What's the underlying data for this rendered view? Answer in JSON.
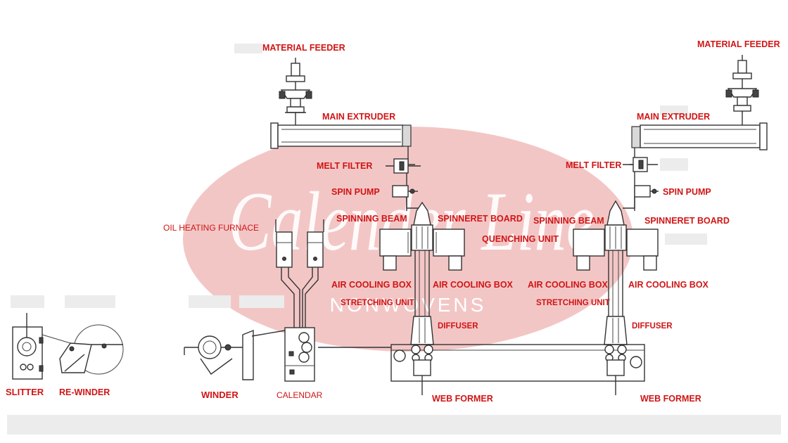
{
  "watermark": {
    "brand": "Calender Line",
    "sub": "NONWOVENS",
    "registered": "®",
    "colors": {
      "ellipse": "#f3c6c6",
      "text": "#ffffff"
    }
  },
  "labels": {
    "material_feeder_left": "MATERIAL FEEDER",
    "material_feeder_right": "MATERIAL FEEDER",
    "main_extruder_left": "MAIN EXTRUDER",
    "main_extruder_right": "MAIN EXTRUDER",
    "melt_filter_left": "MELT FILTER",
    "melt_filter_right": "MELT FILTER",
    "spin_pump_left": "SPIN PUMP",
    "spin_pump_right": "SPIN PUMP",
    "spinning_beam_left": "SPINNING BEAM",
    "spinning_beam_right": "SPINNING BEAM",
    "spinneret_board_left": "SPINNERET BOARD",
    "spinneret_board_right": "SPINNERET BOARD",
    "quenching_unit": "QUENCHING UNIT",
    "oil_heating_furnace": "OIL HEATING FURNACE",
    "air_cooling_box_1": "AIR COOLING BOX",
    "air_cooling_box_2": "AIR COOLING BOX",
    "air_cooling_box_3": "AIR COOLING BOX",
    "air_cooling_box_4": "AIR COOLING BOX",
    "stretching_unit_left": "STRETCHING UNIT",
    "stretching_unit_right": "STRETCHING UNIT",
    "diffuser_left": "DIFFUSER",
    "diffuser_right": "DIFFUSER",
    "web_former_left": "WEB FORMER",
    "web_former_right": "WEB FORMER",
    "slitter": "SLITTER",
    "re_winder": "RE-WINDER",
    "winder": "WINDER",
    "calendar": "CALENDAR"
  },
  "colors": {
    "label": "#d01515",
    "line": "#333333"
  }
}
